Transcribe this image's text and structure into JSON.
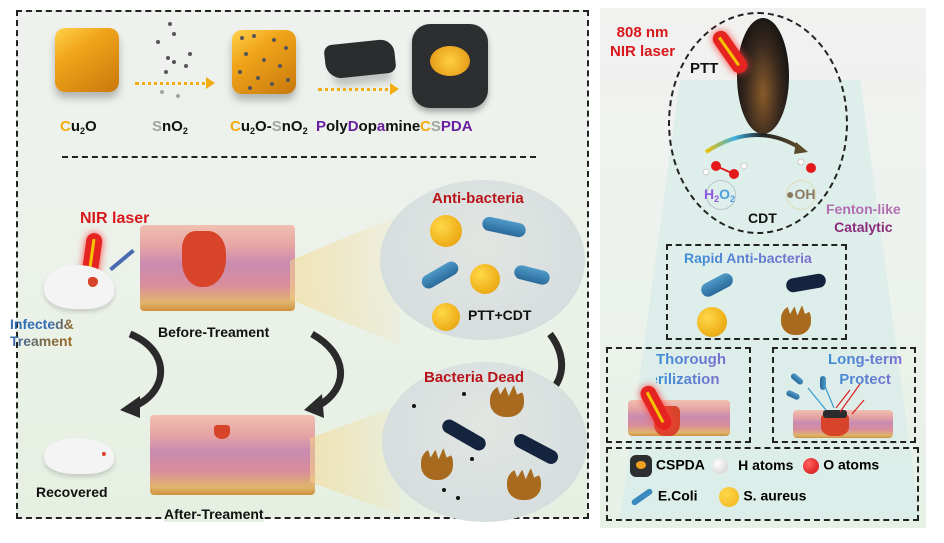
{
  "top_row": {
    "materials": [
      {
        "id": "cu2o",
        "parts": [
          {
            "t": "C",
            "c": "y"
          },
          {
            "t": "u",
            "c": "k"
          },
          {
            "t": "2",
            "c": "k",
            "sub": true
          },
          {
            "t": "O",
            "c": "k"
          }
        ]
      },
      {
        "id": "sno2",
        "parts": [
          {
            "t": "S",
            "c": "g"
          },
          {
            "t": "nO",
            "c": "k"
          },
          {
            "t": "2",
            "c": "k",
            "sub": true
          }
        ]
      },
      {
        "id": "cu2o-sno2",
        "parts": [
          {
            "t": "C",
            "c": "y"
          },
          {
            "t": "u",
            "c": "k"
          },
          {
            "t": "2",
            "c": "k",
            "sub": true
          },
          {
            "t": "O-",
            "c": "k"
          },
          {
            "t": "S",
            "c": "g"
          },
          {
            "t": "nO",
            "c": "k"
          },
          {
            "t": "2",
            "c": "k",
            "sub": true
          }
        ]
      },
      {
        "id": "polydopamine",
        "parts": [
          {
            "t": "P",
            "c": "p"
          },
          {
            "t": "oly",
            "c": "k"
          },
          {
            "t": "D",
            "c": "p"
          },
          {
            "t": "op",
            "c": "k"
          },
          {
            "t": "a",
            "c": "p"
          },
          {
            "t": "mine",
            "c": "k"
          }
        ]
      },
      {
        "id": "cspda",
        "parts": [
          {
            "t": "C",
            "c": "y"
          },
          {
            "t": "S",
            "c": "g"
          },
          {
            "t": "PDA",
            "c": "p"
          }
        ]
      }
    ]
  },
  "treatment": {
    "nir_laser": "NIR laser",
    "infected_line1": "Infected&",
    "infected_line2": "Treament",
    "before": "Before-Treament",
    "after": "After-Treament",
    "recovered": "Recovered",
    "anti_bacteria": "Anti-bacteria",
    "ptt_cdt": "PTT+CDT",
    "bacteria_dead": "Bacteria Dead"
  },
  "mechanism": {
    "laser_line1": "808 nm",
    "laser_line2": "NIR laser",
    "ptt": "PTT",
    "h2o2_main": "H",
    "h2o2_sub1": "2",
    "h2o2_o": "O",
    "h2o2_sub2": "2",
    "oh": "●OH",
    "cdt": "CDT",
    "fenton_line1": "Fenton-like",
    "fenton_line2": "Catalytic",
    "rapid": "Rapid Anti-bacteria",
    "thorough_line1": "Thorough",
    "thorough_line2": "Sterilization",
    "longterm_line1": "Long-term",
    "longterm_line2": "Protect"
  },
  "legend": {
    "items": [
      {
        "label": "CSPDA",
        "icon": "cspda-icon"
      },
      {
        "label": "H atoms",
        "icon": "h-atom-icon"
      },
      {
        "label": "O atoms",
        "icon": "o-atom-icon"
      },
      {
        "label": "E.Coli",
        "icon": "ecoli-icon"
      },
      {
        "label": "S. aureus",
        "icon": "s-aureus-icon"
      }
    ]
  },
  "colors": {
    "cu_yellow": "#f2ad12",
    "sn_gray": "#a4a4a4",
    "pda_purple": "#6a1fa0",
    "laser_red": "#d8181c",
    "feature_blue": "#3d8fd6",
    "fenton_purple": "#9a3a8a"
  }
}
